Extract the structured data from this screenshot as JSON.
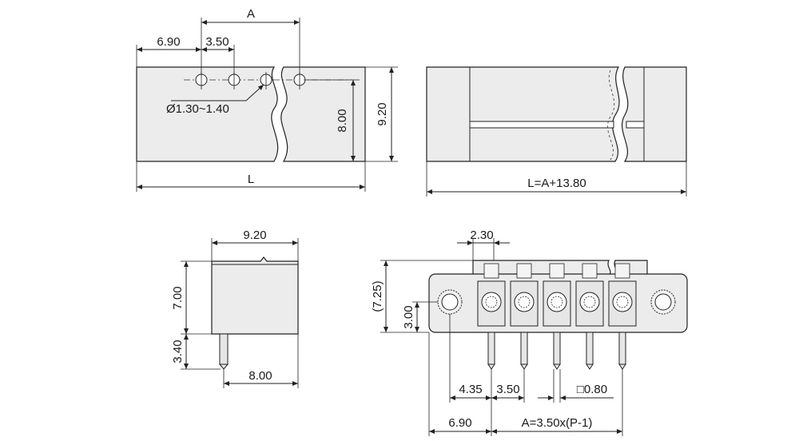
{
  "top_view": {
    "dim_a": "A",
    "dim_edge_to_first": "6.90",
    "dim_pitch": "3.50",
    "dim_hole": "Ø1.30~1.40",
    "dim_hole_row": "8.00",
    "dim_height": "9.20",
    "dim_length": "L"
  },
  "front_view": {
    "dim_length": "L=A+13.80"
  },
  "side_view": {
    "dim_width": "9.20",
    "dim_body_height": "7.00",
    "dim_pin_length": "3.40",
    "dim_pin_offset": "8.00"
  },
  "connector_view": {
    "dim_flange": "2.30",
    "dim_overall": "(7.25)",
    "dim_pin_height": "3.00",
    "dim_4_35": "4.35",
    "dim_3_50": "3.50",
    "dim_pin_square": "□0.80",
    "dim_6_90": "6.90",
    "dim_a_formula": "A=3.50x(P-1)"
  }
}
